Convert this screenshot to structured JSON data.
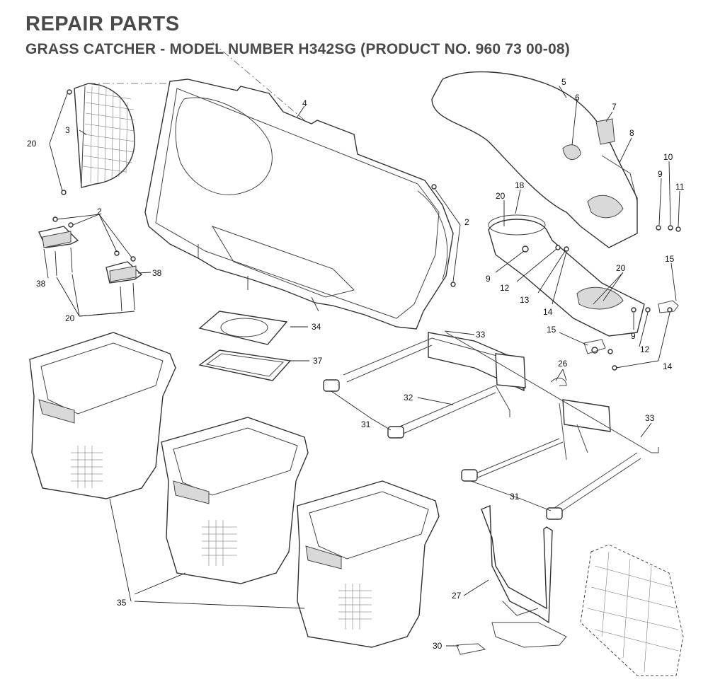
{
  "header": {
    "title": "REPAIR PARTS",
    "subtitle": "GRASS CATCHER - MODEL NUMBER H342SG (PRODUCT NO. 960 73 00-08)"
  },
  "callouts": [
    {
      "id": "c2a",
      "text": "2"
    },
    {
      "id": "c2b",
      "text": "2"
    },
    {
      "id": "c3",
      "text": "3"
    },
    {
      "id": "c4",
      "text": "4"
    },
    {
      "id": "c5",
      "text": "5"
    },
    {
      "id": "c6",
      "text": "6"
    },
    {
      "id": "c7",
      "text": "7"
    },
    {
      "id": "c8",
      "text": "8"
    },
    {
      "id": "c9a",
      "text": "9"
    },
    {
      "id": "c9b",
      "text": "9"
    },
    {
      "id": "c9c",
      "text": "9"
    },
    {
      "id": "c10",
      "text": "10"
    },
    {
      "id": "c11",
      "text": "11"
    },
    {
      "id": "c12a",
      "text": "12"
    },
    {
      "id": "c12b",
      "text": "12"
    },
    {
      "id": "c13",
      "text": "13"
    },
    {
      "id": "c14a",
      "text": "14"
    },
    {
      "id": "c14b",
      "text": "14"
    },
    {
      "id": "c15a",
      "text": "15"
    },
    {
      "id": "c15b",
      "text": "15"
    },
    {
      "id": "c18",
      "text": "18"
    },
    {
      "id": "c20a",
      "text": "20"
    },
    {
      "id": "c20b",
      "text": "20"
    },
    {
      "id": "c20c",
      "text": "20"
    },
    {
      "id": "c20d",
      "text": "20"
    },
    {
      "id": "c26",
      "text": "26"
    },
    {
      "id": "c27",
      "text": "27"
    },
    {
      "id": "c30",
      "text": "30"
    },
    {
      "id": "c31a",
      "text": "31"
    },
    {
      "id": "c31b",
      "text": "31"
    },
    {
      "id": "c32",
      "text": "32"
    },
    {
      "id": "c33a",
      "text": "33"
    },
    {
      "id": "c33b",
      "text": "33"
    },
    {
      "id": "c34",
      "text": "34"
    },
    {
      "id": "c35",
      "text": "35"
    },
    {
      "id": "c37",
      "text": "37"
    },
    {
      "id": "c38a",
      "text": "38"
    },
    {
      "id": "c38b",
      "text": "38"
    }
  ]
}
